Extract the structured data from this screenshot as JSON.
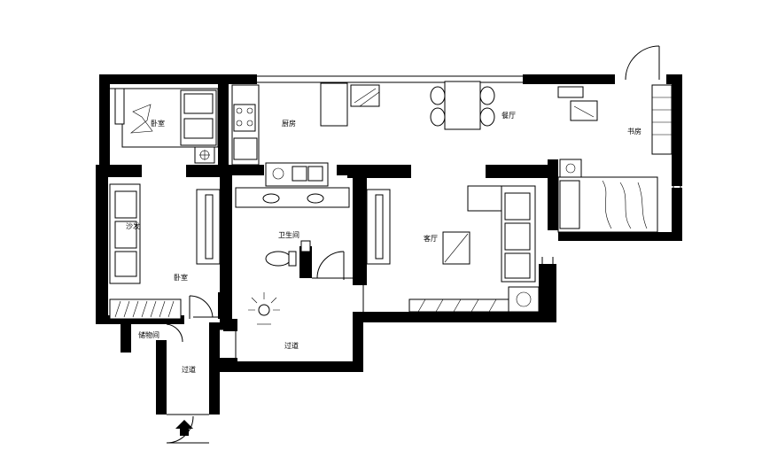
{
  "rooms": {
    "bedroom_top": "卧室",
    "kitchen": "厨房",
    "dining": "餐厅",
    "study": "书房",
    "sofa": "沙发",
    "bedroom_left": "卧室",
    "bathroom": "卫生间",
    "living": "客厅",
    "storage": "储物间",
    "corridor_left": "过道",
    "corridor_mid": "过道"
  }
}
